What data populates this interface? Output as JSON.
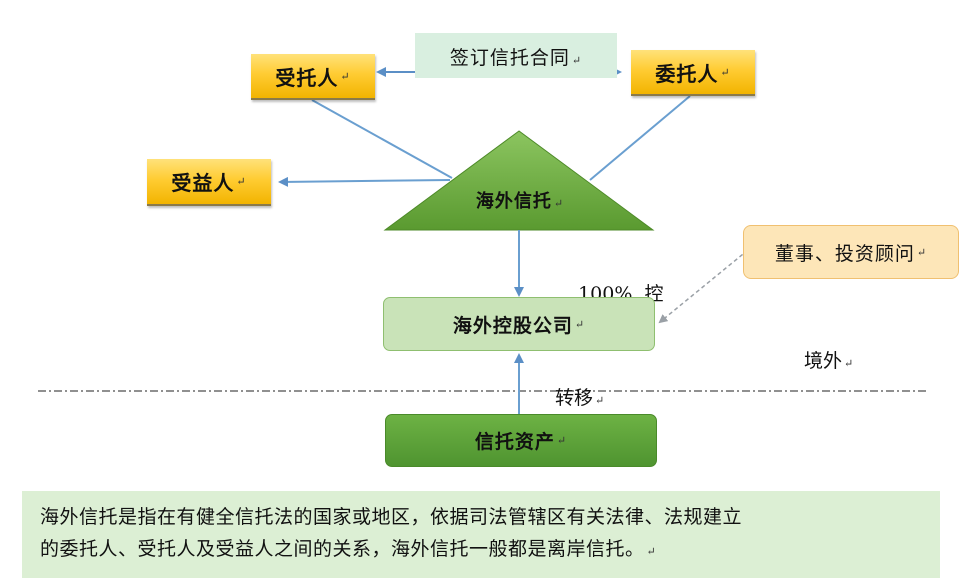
{
  "nodes": {
    "trustee": "受托人",
    "settlor": "委托人",
    "beneficiary": "受益人",
    "offshore_trust": "海外信托",
    "holding_company": "海外控股公司",
    "trust_assets": "信托资产",
    "advisor": "董事、投资顾问"
  },
  "labels": {
    "sign_contract": "签订信托合同",
    "control": "100%  控",
    "offshore": "境外",
    "transfer": "转移"
  },
  "caption": {
    "line1": "海外信托是指在有健全信托法的国家或地区，依据司法管辖区有关法律、法规建立",
    "line2": "的委托人、受托人及受益人之间的关系，海外信托一般都是离岸信托。"
  },
  "colors": {
    "gold": "#ffcc33",
    "triangle": "#6aa63c",
    "holding_fill": "#c9e3b8",
    "assets_fill": "#5fa33a",
    "advisor_fill": "#fde6b8",
    "arrow": "#6a9fd0",
    "caption_bg": "#dcefd4"
  }
}
